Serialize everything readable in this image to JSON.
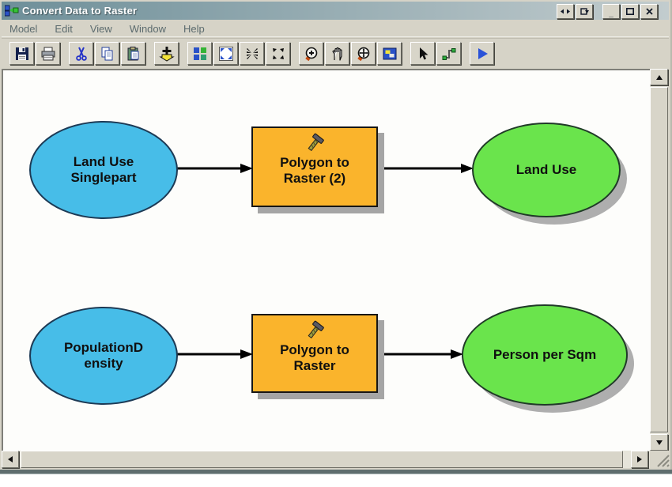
{
  "window": {
    "title": "Convert Data to Raster",
    "app_icon": "modelbuilder-icon",
    "controls": [
      {
        "name": "dock-toggle-button",
        "glyph": "arrows-left-right"
      },
      {
        "name": "float-window-button",
        "glyph": "window-arrow"
      },
      {
        "name": "minimize-button",
        "glyph": "_"
      },
      {
        "name": "maximize-button",
        "glyph": "square"
      },
      {
        "name": "close-button",
        "glyph": "X"
      }
    ]
  },
  "menu": {
    "items": [
      {
        "label": "Model"
      },
      {
        "label": "Edit"
      },
      {
        "label": "View"
      },
      {
        "label": "Window"
      },
      {
        "label": "Help"
      }
    ]
  },
  "toolbar": {
    "buttons": [
      {
        "icon": "save-icon"
      },
      {
        "icon": "print-icon"
      },
      {
        "icon": "cut-icon"
      },
      {
        "icon": "copy-icon"
      },
      {
        "icon": "paste-icon"
      },
      {
        "icon": "add-data-icon"
      },
      {
        "icon": "auto-layout-icon"
      },
      {
        "icon": "full-extent-icon"
      },
      {
        "icon": "zoom-in-fixed-icon"
      },
      {
        "icon": "zoom-out-fixed-icon"
      },
      {
        "icon": "zoom-in-tool-icon"
      },
      {
        "icon": "pan-tool-icon"
      },
      {
        "icon": "zoom-full-extent-icon"
      },
      {
        "icon": "go-to-diagram-icon"
      },
      {
        "icon": "select-tool-icon"
      },
      {
        "icon": "connect-tool-icon"
      },
      {
        "icon": "run-model-icon"
      }
    ]
  },
  "diagram": {
    "nodes": [
      {
        "id": "input-landuse",
        "type": "data-variable",
        "label": "Land Use\nSinglepart",
        "fill": "#47bde8"
      },
      {
        "id": "tool-polygon-to-raster-2",
        "type": "tool",
        "label": "Polygon to\nRaster (2)",
        "fill": "#fab42c"
      },
      {
        "id": "output-landuse",
        "type": "derived-data",
        "label": "Land Use",
        "fill": "#6ae44c"
      },
      {
        "id": "input-populationdensity",
        "type": "data-variable",
        "label": "PopulationD\nensity",
        "fill": "#47bde8"
      },
      {
        "id": "tool-polygon-to-raster",
        "type": "tool",
        "label": "Polygon to\nRaster",
        "fill": "#fab42c"
      },
      {
        "id": "output-person-per-sqm",
        "type": "derived-data",
        "label": "Person per Sqm",
        "fill": "#6ae44c"
      }
    ],
    "connections": [
      {
        "from": "input-landuse",
        "to": "tool-polygon-to-raster-2"
      },
      {
        "from": "tool-polygon-to-raster-2",
        "to": "output-landuse"
      },
      {
        "from": "input-populationdensity",
        "to": "tool-polygon-to-raster"
      },
      {
        "from": "tool-polygon-to-raster",
        "to": "output-person-per-sqm"
      }
    ]
  },
  "colors": {
    "titlebar_gradient_left": "#6e8f99",
    "titlebar_gradient_right": "#c2ccce",
    "chrome": "#d6d3c7",
    "canvas": "#fdfdfb",
    "data_node": "#47bde8",
    "tool_node": "#fab42c",
    "output_node": "#6ae44c",
    "shadow": "#a5a5a5",
    "run_button": "#2a52d8"
  }
}
